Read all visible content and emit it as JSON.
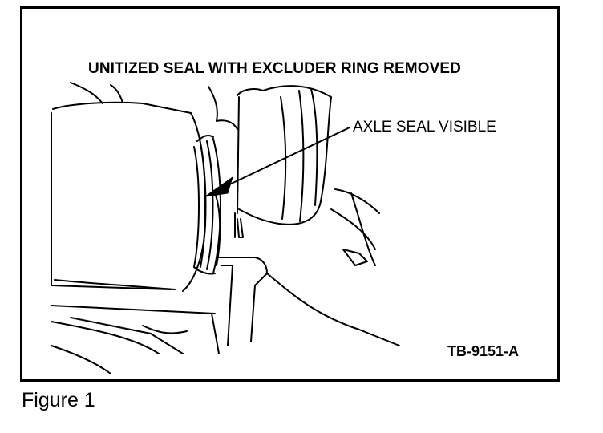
{
  "figure": {
    "title": "UNITIZED SEAL WITH EXCLUDER RING REMOVED",
    "callout": "AXLE SEAL VISIBLE",
    "figure_id": "TB-9151-A",
    "caption": "Figure 1"
  },
  "colors": {
    "line": "#000000",
    "background": "#ffffff"
  }
}
